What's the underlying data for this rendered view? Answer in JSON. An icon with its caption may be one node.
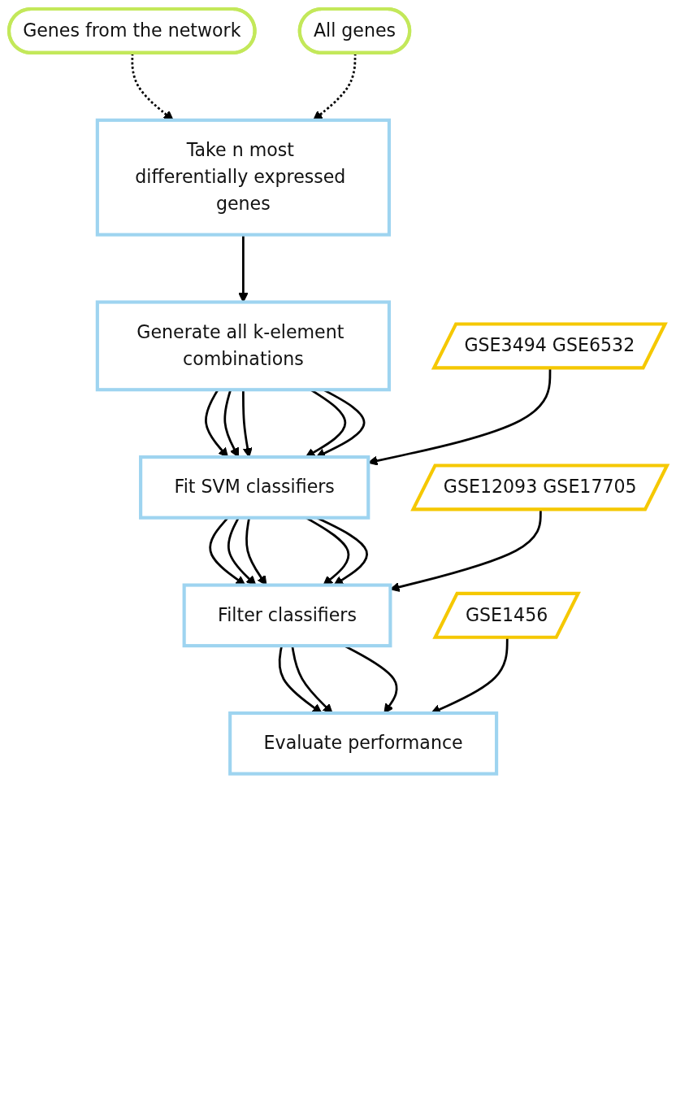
{
  "diagram": {
    "nodes": [
      {
        "text": [
          "Genes from the network"
        ]
      },
      {
        "text": [
          "Take n most differentially expressed genes"
        ]
      },
      {
        "text": [
          "All genes"
        ]
      },
      {
        "text": [
          "Generate all k-element combinations"
        ]
      },
      {
        "text": [
          "Fit SVM classifiers"
        ]
      },
      {
        "text": [
          "GSE3494 GSE6532"
        ]
      },
      {
        "text": [
          "Filter classifiers"
        ]
      },
      {
        "text": [
          "GSE12093 GSE17705"
        ]
      },
      {
        "text": [
          "Evaluate performance"
        ]
      },
      {
        "text": [
          "GSE1456"
        ]
      }
    ],
    "edges": [
      {
        "from": 0,
        "to": 1,
        "arrow": "to",
        "style": "dashed"
      },
      {
        "from": 2,
        "to": 1,
        "arrow": "to",
        "style": "dashed"
      },
      {
        "from": 1,
        "to": 3,
        "arrow": "to"
      },
      {
        "from": 3,
        "to": 4,
        "arrow": "to"
      },
      {
        "from": 3,
        "to": 4,
        "arrow": "to"
      },
      {
        "from": 3,
        "to": 4,
        "arrow": "to"
      },
      {
        "from": 3,
        "to": 4,
        "arrow": "to"
      },
      {
        "from": 3,
        "to": 4,
        "arrow": "to"
      },
      {
        "from": 5,
        "to": 4,
        "arrow": "to"
      },
      {
        "from": 4,
        "to": 6,
        "arrow": "to"
      },
      {
        "from": 4,
        "to": 6,
        "arrow": "to"
      },
      {
        "from": 4,
        "to": 6,
        "arrow": "to"
      },
      {
        "from": 4,
        "to": 6,
        "arrow": "to"
      },
      {
        "from": 4,
        "to": 6,
        "arrow": "to"
      },
      {
        "from": 7,
        "to": 6,
        "arrow": "to"
      },
      {
        "from": 6,
        "to": 8,
        "arrow": "to"
      },
      {
        "from": 6,
        "to": 8,
        "arrow": "to"
      },
      {
        "from": 6,
        "to": 8,
        "arrow": "to"
      },
      {
        "from": 9,
        "to": 8,
        "arrow": "to"
      }
    ]
  }
}
